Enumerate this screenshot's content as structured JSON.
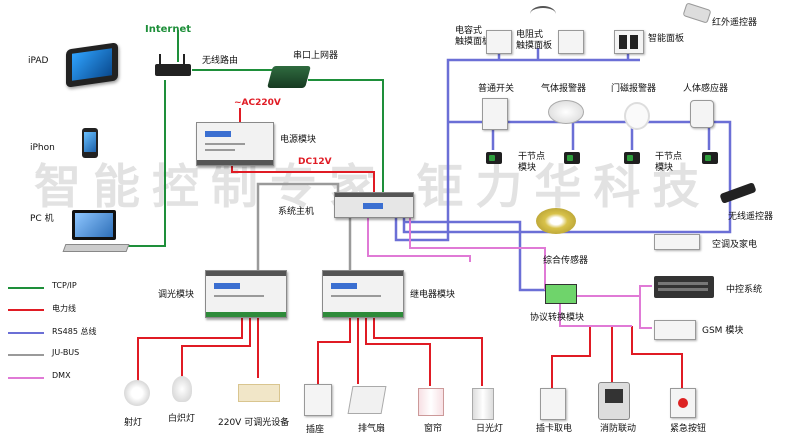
{
  "watermark": "智能控制专家 钜力华科技",
  "labels": {
    "internet": "Internet",
    "router": "无线路由",
    "serial_gateway": "串口上网器",
    "ipad": "iPAD",
    "iphone": "iPhon",
    "pc": "PC 机",
    "ac220": "~AC220V",
    "power_module": "电源模块",
    "dc12": "DC12V",
    "system_host": "系统主机",
    "dimmer_module": "调光模块",
    "relay_module": "继电器模块",
    "cap_panel": "电容式\n触摸面板",
    "res_panel": "电阻式\n触摸面板",
    "smart_panel": "智能面板",
    "ir_remote": "红外遥控器",
    "normal_switch": "普通开关",
    "gas_alarm": "气体报警器",
    "door_alarm": "门磁报警器",
    "body_sensor": "人体感应器",
    "dry_contact_1": "干节点\n模块",
    "dry_contact_2": "干节点\n模块",
    "wireless_remote": "无线遥控器",
    "ac_appliance": "空调及家电",
    "combo_sensor": "综合传感器",
    "protocol_module": "协议转换模块",
    "central_control": "中控系统",
    "gsm_module": "GSM 模块",
    "spotlight": "射灯",
    "incandescent": "白炽灯",
    "dimmable_220": "220V 可调光设备",
    "socket": "插座",
    "exhaust_fan": "排气扇",
    "curtain": "窗帘",
    "fluorescent": "日光灯",
    "card_power": "插卡取电",
    "fire_link": "消防联动",
    "emergency_button": "紧急按钮"
  },
  "legend": [
    {
      "label": "TCP/IP",
      "color": "#1e8f3a"
    },
    {
      "label": "电力线",
      "color": "#e01b24"
    },
    {
      "label": "RS485 总线",
      "color": "#6b6fd6"
    },
    {
      "label": "JU-BUS",
      "color": "#9a9a9a"
    },
    {
      "label": "DMX",
      "color": "#e07ad6"
    }
  ]
}
